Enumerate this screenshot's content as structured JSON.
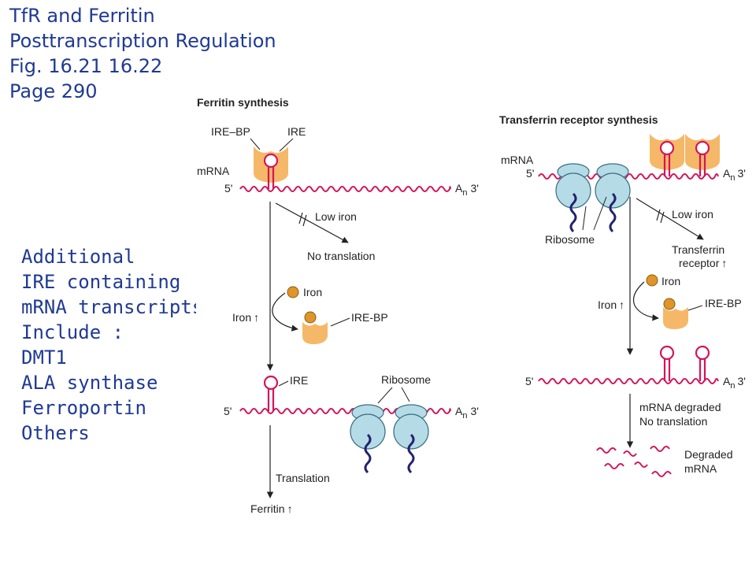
{
  "title_lines": [
    "TfR and Ferritin",
    "Posttranscription Regulation",
    "Fig. 16.21 16.22",
    "Page 290"
  ],
  "notes_lines": [
    "Additional",
    "IRE containing",
    "mRNA transcripts",
    "Include :",
    "DMT1",
    "ALA synthase",
    "Ferroportin",
    "Others"
  ],
  "ferritin": {
    "header": "Ferritin synthesis",
    "ire_bp": "IRE–BP",
    "ire": "IRE",
    "mrna": "mRNA",
    "five_prime": "5'",
    "poly_a": "A",
    "poly_a_sub": "n",
    "three_prime": "3'",
    "low_iron": "Low iron",
    "no_translation": "No translation",
    "iron": "Iron",
    "iron_side": "Iron",
    "ire_bp_free": "IRE-BP",
    "ire2": "IRE",
    "five_prime2": "5'",
    "poly_a2": "A",
    "poly_a2_sub": "n",
    "three_prime2": "3'",
    "ribosome": "Ribosome",
    "translation": "Translation",
    "ferritin": "Ferritin"
  },
  "tfr": {
    "header": "Transferrin receptor synthesis",
    "mrna": "mRNA",
    "five_prime": "5'",
    "poly_a": "A",
    "poly_a_sub": "n",
    "three_prime": "3'",
    "ribosome": "Ribosome",
    "low_iron": "Low iron",
    "transferrin": "Transferrin",
    "receptor": "receptor",
    "iron": "Iron",
    "iron_side": "Iron",
    "ire_bp": "IRE-BP",
    "five_prime2": "5'",
    "poly_a2": "A",
    "poly_a2_sub": "n",
    "three_prime2": "3'",
    "degraded_line1": "mRNA degraded",
    "degraded_line2": "No translation",
    "degraded_mrna1": "Degraded",
    "degraded_mrna2": "mRNA"
  },
  "colors": {
    "text_blue": "#1f3a93",
    "mrna_red": "#d4145a",
    "protein_orange": "#f5b868",
    "ribosome_blue": "#b5dbe6",
    "ribosome_edge": "#3a6e84",
    "peptide_navy": "#23236e",
    "iron_gold": "#e0952a"
  }
}
